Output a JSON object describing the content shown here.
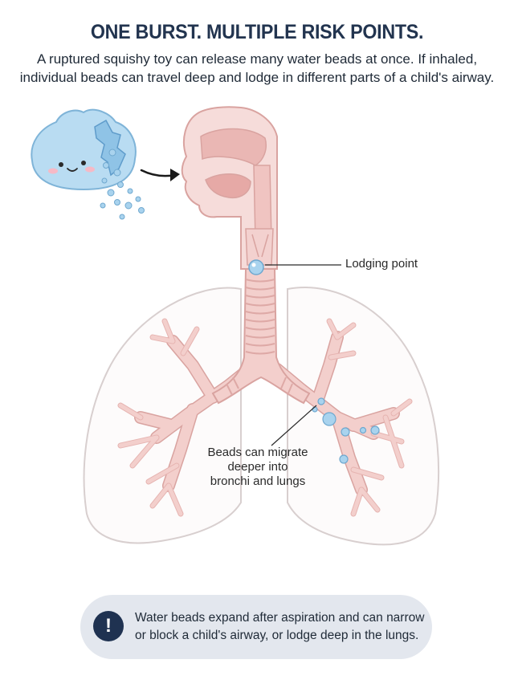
{
  "header": {
    "title": "ONE BURST. MULTIPLE RISK POINTS.",
    "subtitle_lines": [
      "A ruptured squishy toy can release many water beads at once. If inhaled,",
      "individual beads can travel deep and lodge in different parts of a child's airway."
    ]
  },
  "diagram": {
    "callouts": {
      "lodging_point": "Lodging point",
      "migrate_lines": [
        "Beads can migrate",
        "deeper into",
        "bronchi and lungs"
      ]
    },
    "icons": [
      "squishy-toy-icon",
      "arrow-icon",
      "water-bead-icon",
      "airway-icon",
      "lungs-icon",
      "exclamation-icon"
    ],
    "colors": {
      "tissue": "#f3cfcc",
      "tissue_stroke": "#d9a3a0",
      "lung_outline": "#d8cfcf",
      "bead": "#a9d3ee",
      "toy": "#b9dcf2",
      "title": "#22344f",
      "notice_bg": "#e3e7ee",
      "notice_icon": "#1f3251"
    }
  },
  "notice": {
    "icon": "!",
    "lines": [
      "Water beads expand after aspiration and can narrow",
      "or block a child's airway, or lodge deep in the lungs."
    ]
  }
}
